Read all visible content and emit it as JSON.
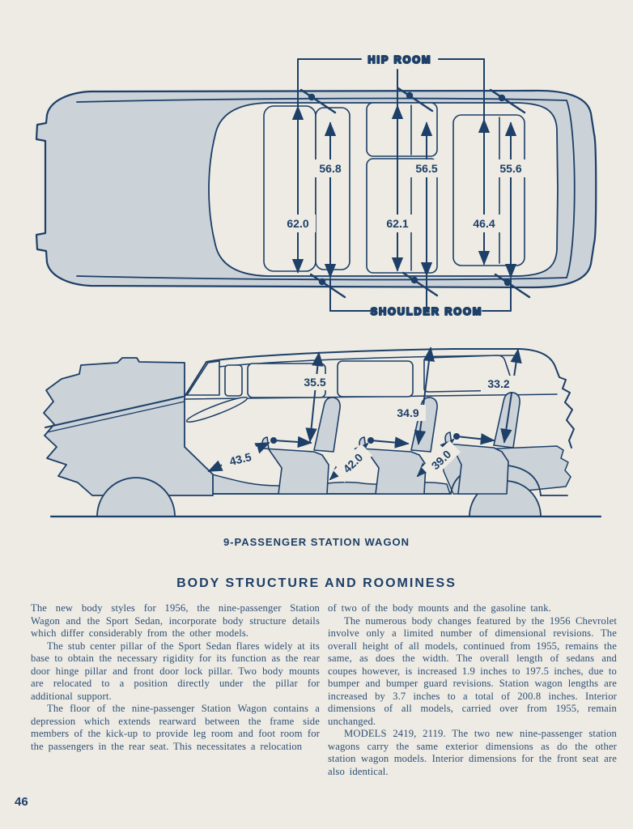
{
  "page": {
    "number": "46"
  },
  "palette": {
    "ink": "#1d3f68",
    "shade": "#cbd2d8",
    "paper": "#edebe3",
    "text": "#2e4e76"
  },
  "top_diagram": {
    "label_top": "HIP ROOM",
    "label_bottom": "SHOULDER ROOM",
    "shoulder_values": [
      "56.8",
      "56.5",
      "55.6"
    ],
    "hip_values": [
      "62.0",
      "62.1",
      "46.4"
    ]
  },
  "side_diagram": {
    "caption": "9-PASSENGER STATION WAGON",
    "head_room_values": [
      "35.5",
      "34.9",
      "33.2"
    ],
    "leg_room_values": [
      "43.5",
      "42.0",
      "39.0"
    ]
  },
  "article": {
    "heading": "BODY STRUCTURE AND ROOMINESS",
    "left_column": [
      "The new body styles for 1956, the nine-passenger Station Wagon and the Sport Sedan, incorporate body structure details which differ considerably from the other models.",
      "The stub center pillar of the Sport Sedan flares widely at its base to obtain the necessary rigidity for its function as the rear door hinge pillar and front door lock pillar.  Two body mounts are relocated to a position directly under the pillar for additional support.",
      "The floor of the nine-passenger Station Wagon contains a depression which extends rearward between the frame side members of the kick-up to provide leg room and foot room for the passengers in the rear seat.  This necessitates a relocation"
    ],
    "right_column": [
      "of two of the body mounts and the gasoline tank.",
      "The numerous body changes featured by the 1956 Chevrolet involve only a limited number of dimensional revisions.  The overall height of all models, continued from 1955, remains the same, as does the width.  The overall length of sedans and coupes however, is increased 1.9 inches to 197.5 inches, due to bumper and bumper guard revisions.  Station wagon lengths are increased by 3.7 inches to a total of 200.8 inches.  Interior dimensions of all models, carried over from 1955, remain unchanged.",
      "MODELS 2419, 2119.  The two new nine-passenger station wagons carry the same exterior dimensions as do the other station wagon models.  Interior dimensions for the front seat are also identical."
    ]
  }
}
